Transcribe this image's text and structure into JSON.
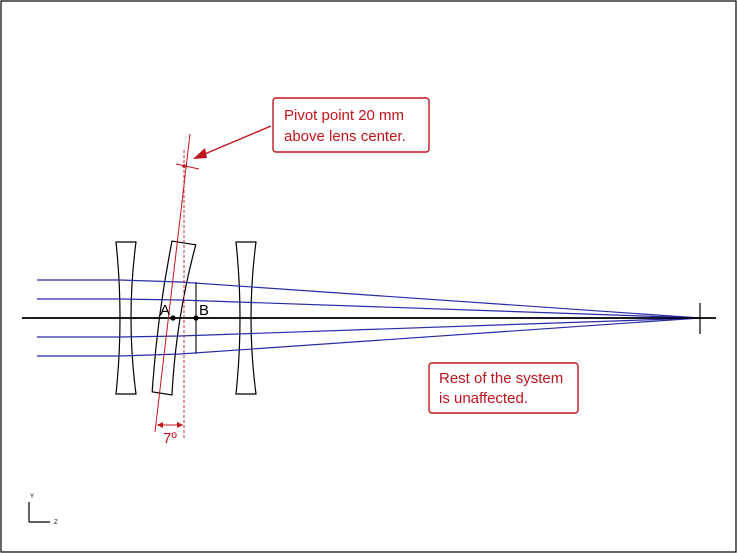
{
  "diagram": {
    "callout_pivot": {
      "line1": "Pivot point 20 mm",
      "line2": "above lens center."
    },
    "callout_rest": {
      "line1": "Rest of the system",
      "line2": "is unaffected."
    },
    "point_a": "A",
    "point_b": "B",
    "tilt_angle": "7º",
    "axis_y": "Y",
    "axis_z": "Z",
    "colors": {
      "annotation": "#c0141c",
      "rays": "#2a2aa8",
      "outline": "#000000"
    }
  }
}
